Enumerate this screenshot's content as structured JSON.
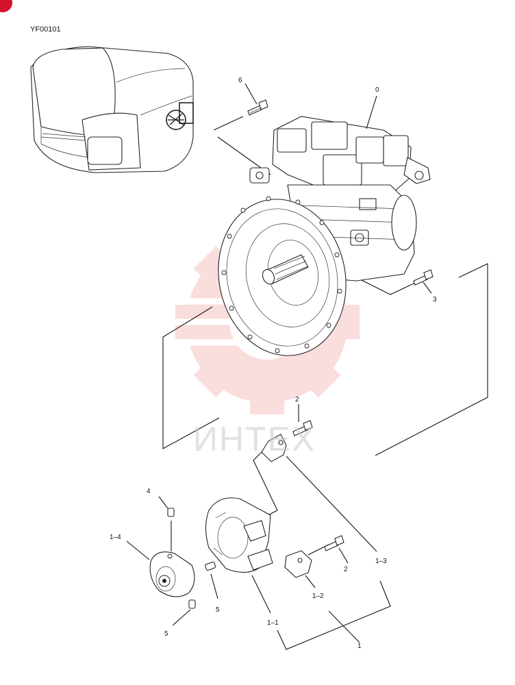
{
  "drawing": {
    "code": "YF00101",
    "watermark": "ИНТЕХ",
    "brand_color": "#d4122b",
    "watermark_color": "#f6c3c3"
  },
  "callouts": [
    {
      "id": "c0",
      "text": "0"
    },
    {
      "id": "c6",
      "text": "6"
    },
    {
      "id": "c3",
      "text": "3"
    },
    {
      "id": "c2a",
      "text": "2"
    },
    {
      "id": "c4",
      "text": "4"
    },
    {
      "id": "c1-4",
      "text": "1–4"
    },
    {
      "id": "c2b",
      "text": "2"
    },
    {
      "id": "c1-3",
      "text": "1–3"
    },
    {
      "id": "c1-2",
      "text": "1–2"
    },
    {
      "id": "c5a",
      "text": "5"
    },
    {
      "id": "c1-1",
      "text": "1–1"
    },
    {
      "id": "c5b",
      "text": "5"
    },
    {
      "id": "c1",
      "text": "1"
    }
  ]
}
